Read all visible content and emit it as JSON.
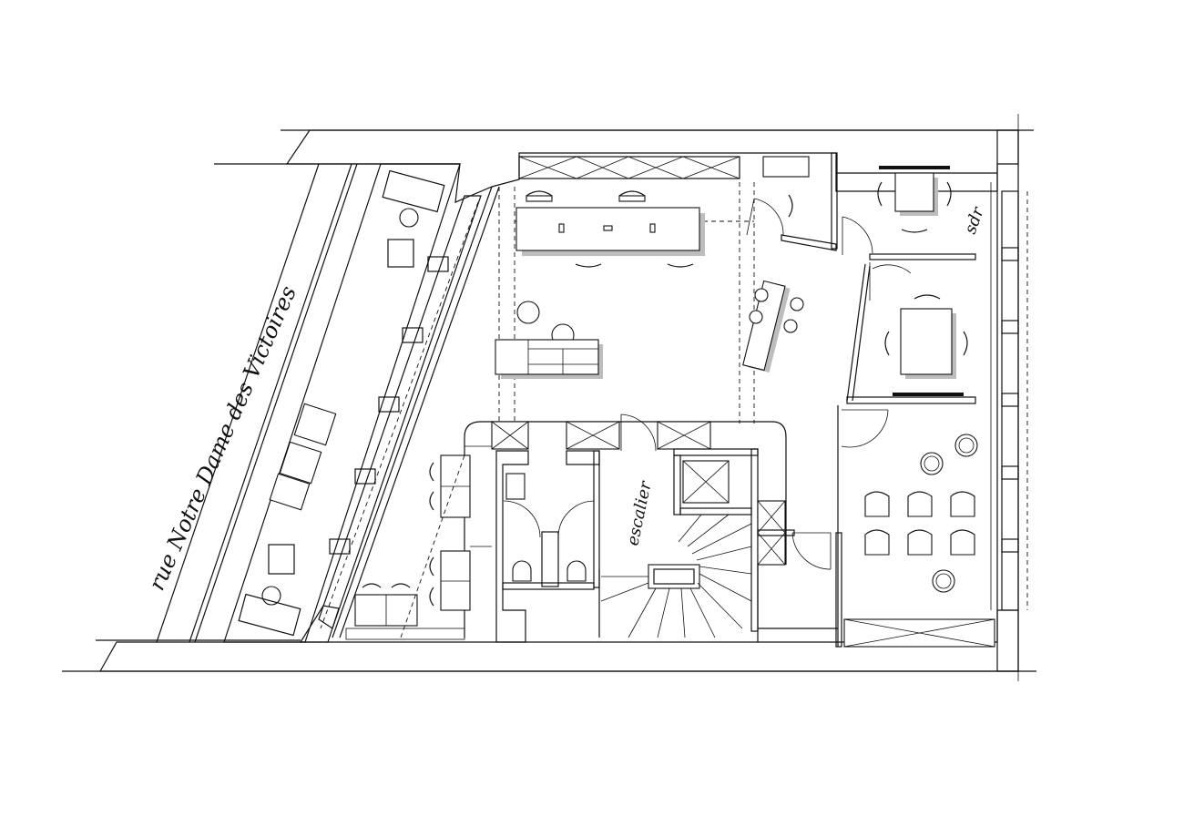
{
  "plan": {
    "street_label": "rue Notre Dame des Victoires",
    "stair_label": "escalier",
    "room_label": "sdr"
  },
  "colors": {
    "wall_fill": "#9aa5a6",
    "line": "#111111",
    "shadow": "#bdbdbd"
  }
}
